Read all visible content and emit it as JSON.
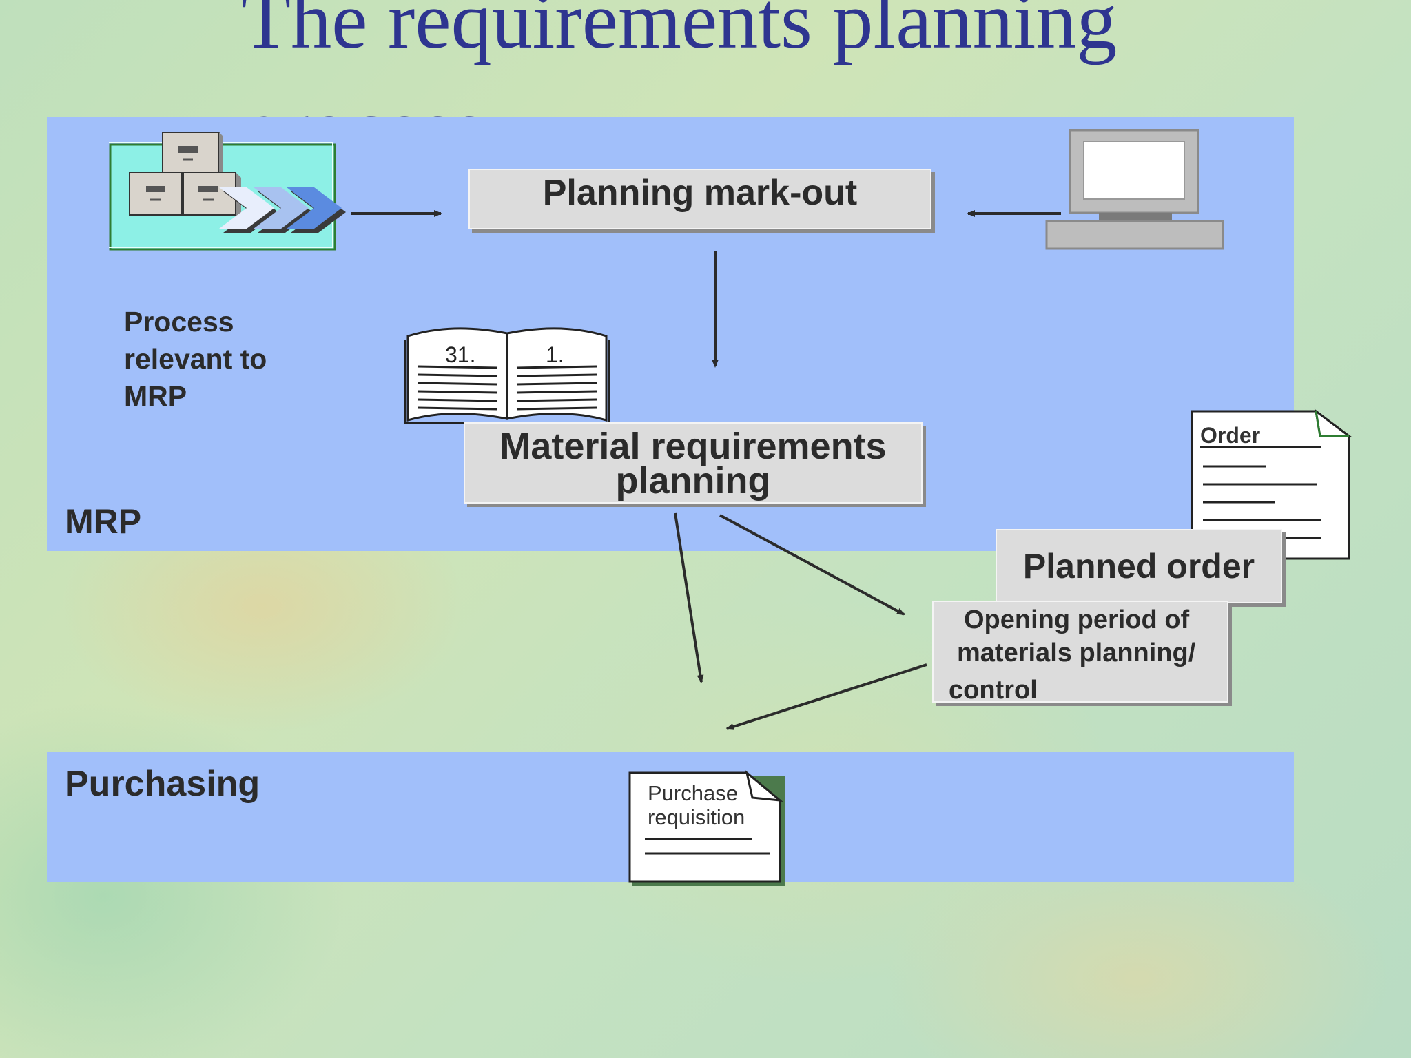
{
  "title": "The requirements planning process",
  "mrp_band": {
    "label": "MRP",
    "process_label_lines": [
      "Process",
      "relevant to",
      "MRP"
    ]
  },
  "purchasing_band": {
    "label": "Purchasing"
  },
  "boxes": {
    "planning_markout": "Planning mark-out",
    "mrp_line1": "Material requirements",
    "mrp_line2": "planning",
    "planned_order": "Planned order",
    "opening_line1": "Opening period of",
    "opening_line2": "materials planning/",
    "opening_line3": "control"
  },
  "documents": {
    "order_label": "Order",
    "purchase_req_line1": "Purchase",
    "purchase_req_line2": "requisition"
  },
  "book": {
    "left_page": "31.",
    "right_page": "1."
  },
  "colors": {
    "band": "#a1bffa",
    "title": "#2e3590",
    "box": "#dcdcdc"
  },
  "icons": [
    "file-cabinet-icon",
    "chevrons-icon",
    "computer-icon",
    "book-icon",
    "order-document-icon",
    "purchase-requisition-icon"
  ]
}
